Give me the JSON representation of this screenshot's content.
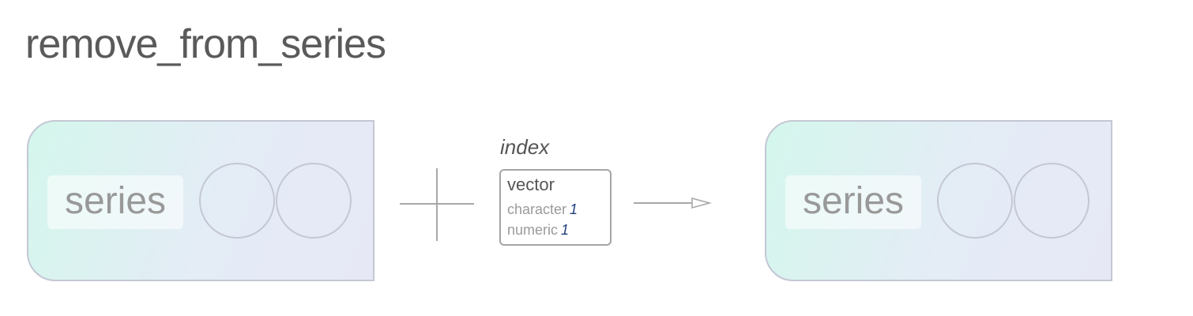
{
  "title": "remove_from_series",
  "input_series": {
    "label": "series",
    "circle_count": 2
  },
  "operator": "+",
  "argument": {
    "name": "index",
    "type": "vector",
    "rows": [
      {
        "type": "character",
        "count": "1"
      },
      {
        "type": "numeric",
        "count": "1"
      }
    ]
  },
  "output_series": {
    "label": "series",
    "circle_count": 2
  },
  "colors": {
    "box_gradient_start": "#d4f7ec",
    "box_gradient_end": "#e7e8f6",
    "box_border": "#c4c7d4",
    "label_text": "#999999",
    "count_text": "#1f3f7a",
    "line": "#a8a8a8"
  }
}
